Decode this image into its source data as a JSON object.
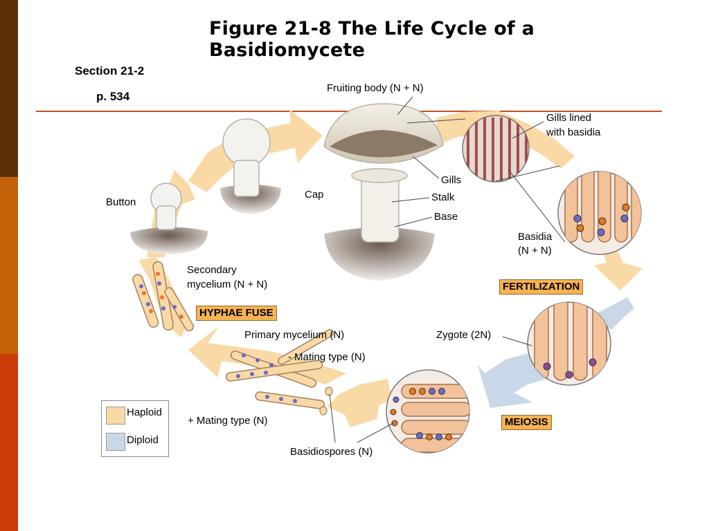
{
  "title": "Figure 21-8 The Life Cycle of a Basidiomycete",
  "section": "Section 21-2",
  "page": "p. 534",
  "labels": {
    "fruiting_body": "Fruiting body (N + N)",
    "gills_lined_1": "Gills lined",
    "gills_lined_2": "with basidia",
    "gills": "Gills",
    "cap": "Cap",
    "stalk": "Stalk",
    "base": "Base",
    "button": "Button",
    "basidia_1": "Basidia",
    "basidia_2": "(N + N)",
    "secondary_1": "Secondary",
    "secondary_2": "mycelium (N + N)",
    "primary": "Primary mycelium (N)",
    "minus_mating": "- Mating type (N)",
    "zygote": "Zygote (2N)",
    "plus_mating": "+ Mating type (N)",
    "basidiospores": "Basidiospores (N)"
  },
  "stages": {
    "hyphae_fuse": "HYPHAE FUSE",
    "fertilization": "FERTILIZATION",
    "meiosis": "MEIOSIS"
  },
  "legend": {
    "haploid": "Haploid",
    "diploid": "Diploid"
  },
  "colors": {
    "haploid": "#f9d9a6",
    "diploid": "#c9d8e8",
    "stage_box": "#f6b352",
    "rule": "#c2501e"
  }
}
